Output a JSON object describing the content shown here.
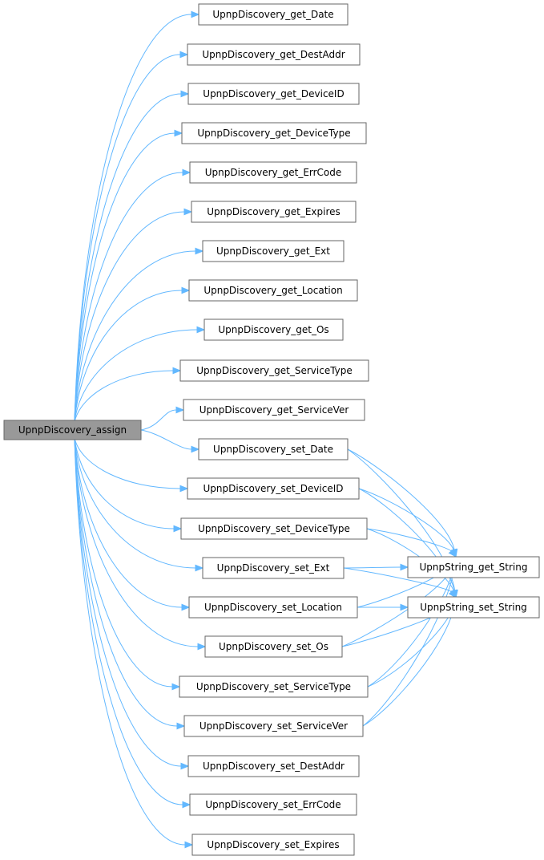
{
  "diagram": {
    "type": "call-graph",
    "edge_color": "#63b8ff",
    "node_border_color": "#666666",
    "root_fill": "#999999",
    "root": {
      "id": "assign",
      "label": "UpnpDiscovery_assign"
    },
    "nodes": [
      {
        "id": "get_Date",
        "label": "UpnpDiscovery_get_Date"
      },
      {
        "id": "get_DestAddr",
        "label": "UpnpDiscovery_get_DestAddr"
      },
      {
        "id": "get_DeviceID",
        "label": "UpnpDiscovery_get_DeviceID"
      },
      {
        "id": "get_DeviceType",
        "label": "UpnpDiscovery_get_DeviceType"
      },
      {
        "id": "get_ErrCode",
        "label": "UpnpDiscovery_get_ErrCode"
      },
      {
        "id": "get_Expires",
        "label": "UpnpDiscovery_get_Expires"
      },
      {
        "id": "get_Ext",
        "label": "UpnpDiscovery_get_Ext"
      },
      {
        "id": "get_Location",
        "label": "UpnpDiscovery_get_Location"
      },
      {
        "id": "get_Os",
        "label": "UpnpDiscovery_get_Os"
      },
      {
        "id": "get_ServiceType",
        "label": "UpnpDiscovery_get_ServiceType"
      },
      {
        "id": "get_ServiceVer",
        "label": "UpnpDiscovery_get_ServiceVer"
      },
      {
        "id": "set_Date",
        "label": "UpnpDiscovery_set_Date"
      },
      {
        "id": "set_DeviceID",
        "label": "UpnpDiscovery_set_DeviceID"
      },
      {
        "id": "set_DeviceType",
        "label": "UpnpDiscovery_set_DeviceType"
      },
      {
        "id": "set_Ext",
        "label": "UpnpDiscovery_set_Ext"
      },
      {
        "id": "set_Location",
        "label": "UpnpDiscovery_set_Location"
      },
      {
        "id": "set_Os",
        "label": "UpnpDiscovery_set_Os"
      },
      {
        "id": "set_ServiceType",
        "label": "UpnpDiscovery_set_ServiceType"
      },
      {
        "id": "set_ServiceVer",
        "label": "UpnpDiscovery_set_ServiceVer"
      },
      {
        "id": "set_DestAddr",
        "label": "UpnpDiscovery_set_DestAddr"
      },
      {
        "id": "set_ErrCode",
        "label": "UpnpDiscovery_set_ErrCode"
      },
      {
        "id": "set_Expires",
        "label": "UpnpDiscovery_set_Expires"
      },
      {
        "id": "str_get",
        "label": "UpnpString_get_String"
      },
      {
        "id": "str_set",
        "label": "UpnpString_set_String"
      }
    ],
    "edges": [
      [
        "assign",
        "get_Date"
      ],
      [
        "assign",
        "get_DestAddr"
      ],
      [
        "assign",
        "get_DeviceID"
      ],
      [
        "assign",
        "get_DeviceType"
      ],
      [
        "assign",
        "get_ErrCode"
      ],
      [
        "assign",
        "get_Expires"
      ],
      [
        "assign",
        "get_Ext"
      ],
      [
        "assign",
        "get_Location"
      ],
      [
        "assign",
        "get_Os"
      ],
      [
        "assign",
        "get_ServiceType"
      ],
      [
        "assign",
        "get_ServiceVer"
      ],
      [
        "assign",
        "set_Date"
      ],
      [
        "assign",
        "set_DeviceID"
      ],
      [
        "assign",
        "set_DeviceType"
      ],
      [
        "assign",
        "set_Ext"
      ],
      [
        "assign",
        "set_Location"
      ],
      [
        "assign",
        "set_Os"
      ],
      [
        "assign",
        "set_ServiceType"
      ],
      [
        "assign",
        "set_ServiceVer"
      ],
      [
        "assign",
        "set_DestAddr"
      ],
      [
        "assign",
        "set_ErrCode"
      ],
      [
        "assign",
        "set_Expires"
      ],
      [
        "set_Date",
        "str_get"
      ],
      [
        "set_Date",
        "str_set"
      ],
      [
        "set_DeviceID",
        "str_get"
      ],
      [
        "set_DeviceID",
        "str_set"
      ],
      [
        "set_DeviceType",
        "str_get"
      ],
      [
        "set_DeviceType",
        "str_set"
      ],
      [
        "set_Ext",
        "str_get"
      ],
      [
        "set_Ext",
        "str_set"
      ],
      [
        "set_Location",
        "str_get"
      ],
      [
        "set_Location",
        "str_set"
      ],
      [
        "set_Os",
        "str_get"
      ],
      [
        "set_Os",
        "str_set"
      ],
      [
        "set_ServiceType",
        "str_get"
      ],
      [
        "set_ServiceType",
        "str_set"
      ],
      [
        "set_ServiceVer",
        "str_get"
      ],
      [
        "set_ServiceVer",
        "str_set"
      ]
    ]
  }
}
